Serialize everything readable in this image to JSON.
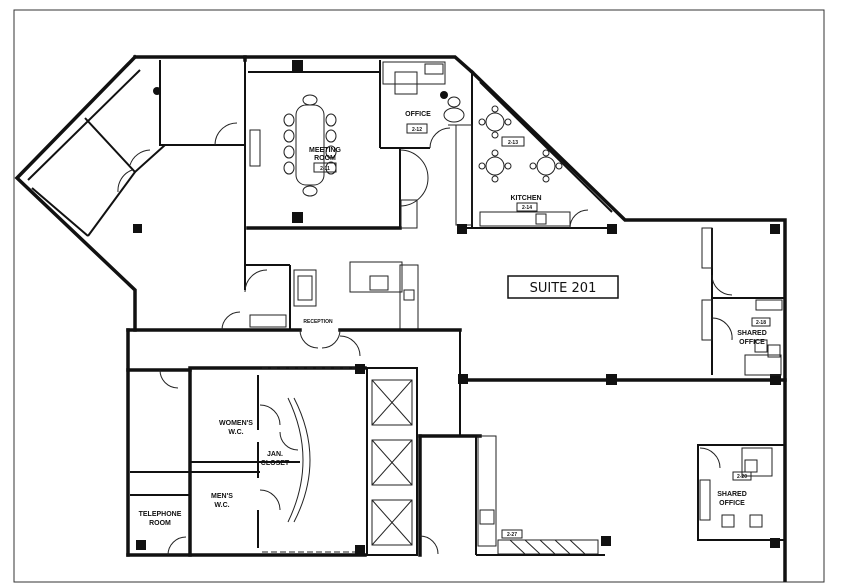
{
  "suite_label": "SUITE 201",
  "rooms": {
    "meeting_room": {
      "name_line1": "MEETING",
      "name_line2": "ROOM",
      "number": "2-11"
    },
    "office": {
      "name": "OFFICE",
      "number": "2-12"
    },
    "room_2_13": {
      "number": "2-13"
    },
    "kitchen": {
      "name": "KITCHEN",
      "number": "2-14"
    },
    "reception": {
      "name": "RECEPTION"
    },
    "shared_office_1": {
      "name_line1": "SHARED",
      "name_line2": "OFFICE",
      "number": "2-18"
    },
    "shared_office_2": {
      "name_line1": "SHARED",
      "name_line2": "OFFICE",
      "number": "2-20"
    },
    "womens_wc": {
      "name_line1": "WOMEN'S",
      "name_line2": "W.C."
    },
    "mens_wc": {
      "name_line1": "MEN'S",
      "name_line2": "W.C."
    },
    "jan_closet": {
      "name_line1": "JAN.",
      "name_line2": "CLOSET"
    },
    "telephone_room": {
      "name_line1": "TELEPHONE",
      "name_line2": "ROOM"
    },
    "room_2_27": {
      "number": "2-27"
    }
  }
}
